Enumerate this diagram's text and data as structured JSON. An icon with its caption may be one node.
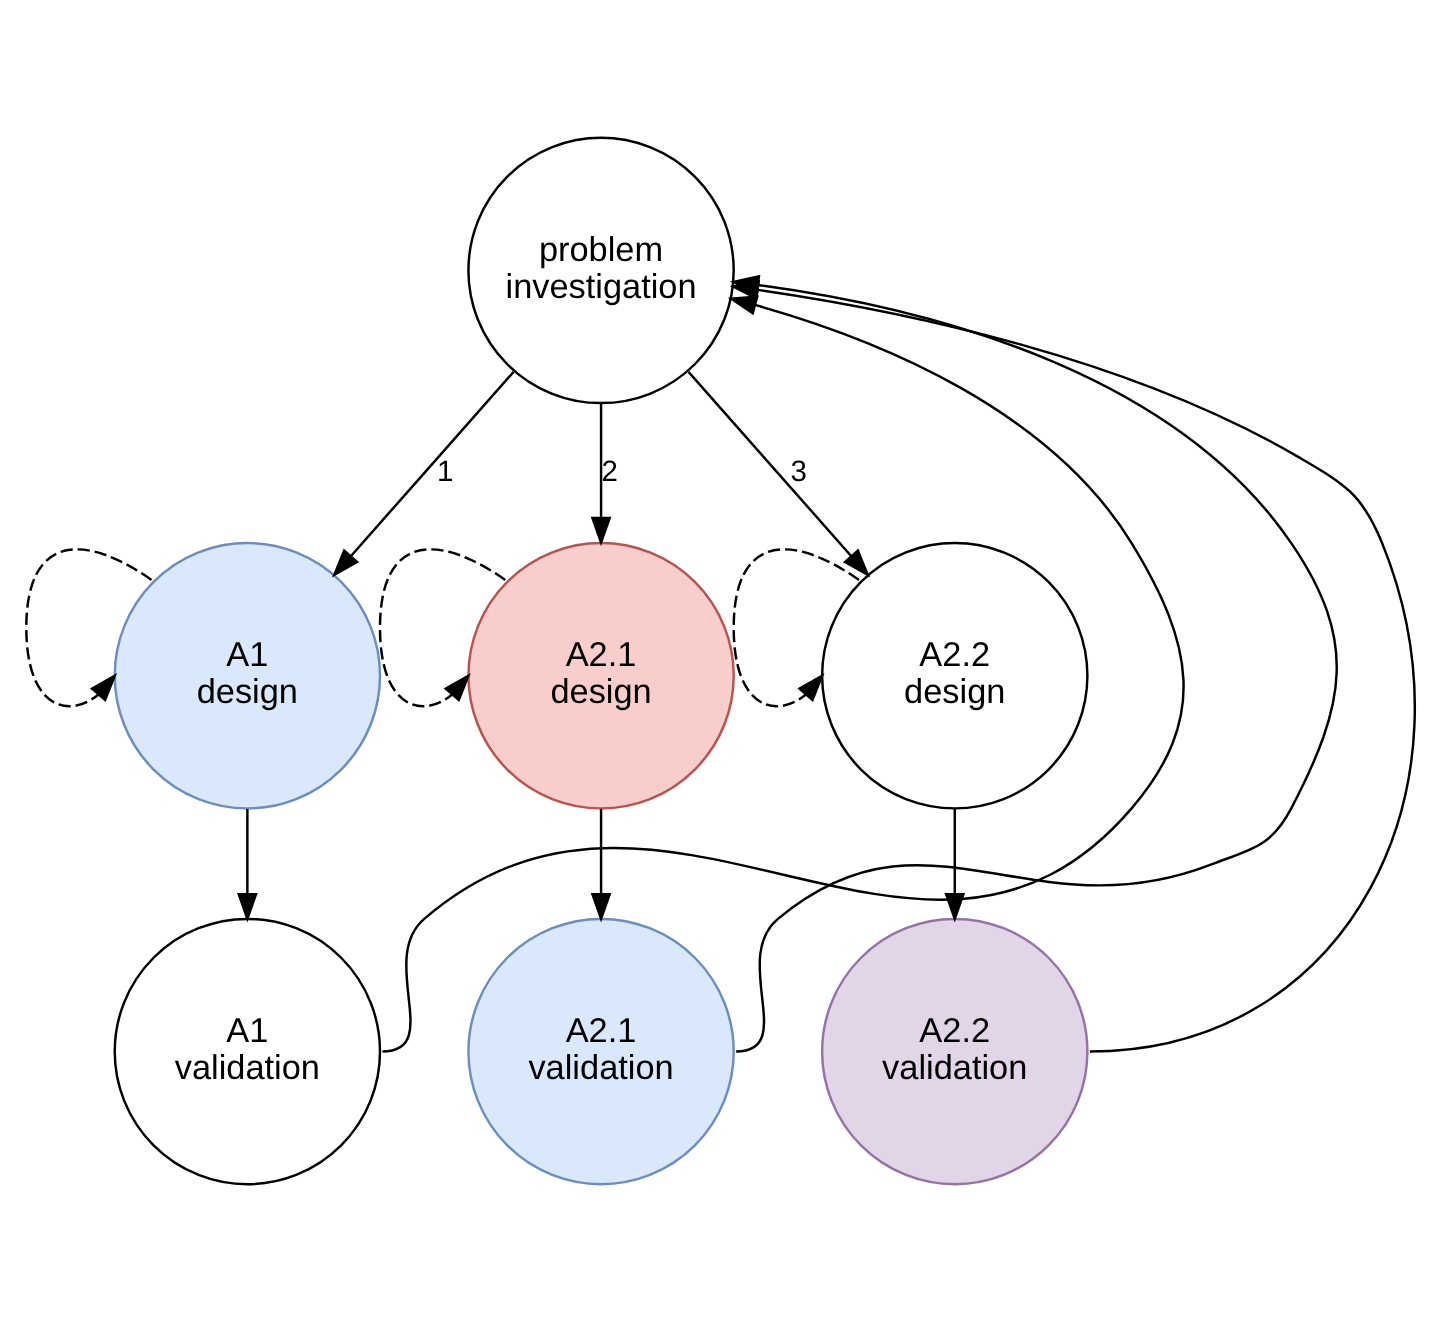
{
  "diagram": {
    "nodes": [
      {
        "text": [
          "problem investigation"
        ]
      },
      {
        "text": [
          "A1 design"
        ]
      },
      {
        "text": [
          "A2.1 design"
        ]
      },
      {
        "text": [
          "A2.2 design"
        ]
      },
      {
        "text": [
          "A1 validation"
        ]
      },
      {
        "text": [
          "A2.1 validation"
        ]
      },
      {
        "text": [
          "A2.2 validation"
        ]
      }
    ],
    "edges": [
      {
        "from": 0,
        "to": 1,
        "arrow": "to",
        "label": "1"
      },
      {
        "from": 0,
        "to": 2,
        "arrow": "to",
        "label": "2"
      },
      {
        "from": 0,
        "to": 3,
        "arrow": "to",
        "label": "3"
      },
      {
        "from": 1,
        "to": 1,
        "arrow": "to",
        "style": "dashed"
      },
      {
        "from": 2,
        "to": 2,
        "arrow": "to",
        "style": "dashed"
      },
      {
        "from": 3,
        "to": 3,
        "arrow": "to",
        "style": "dashed"
      },
      {
        "from": 1,
        "to": 4,
        "arrow": "to"
      },
      {
        "from": 2,
        "to": 5,
        "arrow": "to"
      },
      {
        "from": 3,
        "to": 6,
        "arrow": "to"
      },
      {
        "from": 4,
        "to": 0,
        "arrow": "to"
      },
      {
        "from": 5,
        "to": 0,
        "arrow": "to"
      },
      {
        "from": 6,
        "to": 0,
        "arrow": "to"
      }
    ]
  }
}
